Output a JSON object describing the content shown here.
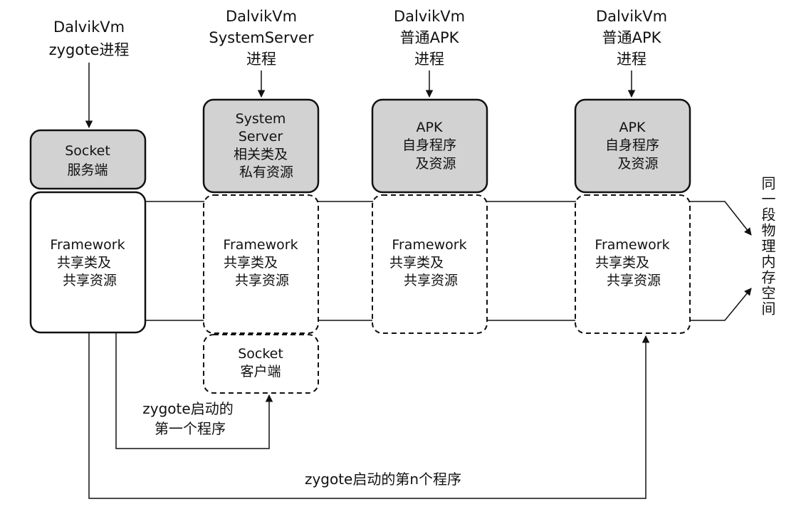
{
  "headers": [
    {
      "lines": [
        "DalvikVm",
        "zygote进程"
      ]
    },
    {
      "lines": [
        "DalvikVm",
        "SystemServer",
        "进程"
      ]
    },
    {
      "lines": [
        "DalvikVm",
        "普通APK",
        "进程"
      ]
    },
    {
      "lines": [
        "DalvikVm",
        "普通APK",
        "进程"
      ]
    }
  ],
  "top_boxes": [
    {
      "lines": [
        "Socket",
        "服务端"
      ]
    },
    {
      "lines": [
        "System",
        "Server",
        "相关类及",
        "私有资源"
      ]
    },
    {
      "lines": [
        "APK",
        "自身程序",
        "及资源"
      ]
    },
    {
      "lines": [
        "APK",
        "自身程序",
        "及资源"
      ]
    }
  ],
  "framework_boxes": [
    {
      "lines": [
        "Framework",
        "共享类及",
        "共享资源"
      ]
    },
    {
      "lines": [
        "Framework",
        "共享类及",
        "共享资源"
      ]
    },
    {
      "lines": [
        "Framework",
        "共享类及",
        "共享资源"
      ]
    },
    {
      "lines": [
        "Framework",
        "共享类及",
        "共享资源"
      ]
    }
  ],
  "socket_client": {
    "lines": [
      "Socket",
      "客户端"
    ]
  },
  "memory_label": "同一段物理内存空间",
  "first_program_label": [
    "zygote启动的",
    "第一个程序"
  ],
  "nth_program_label": "zygote启动的第n个程序"
}
